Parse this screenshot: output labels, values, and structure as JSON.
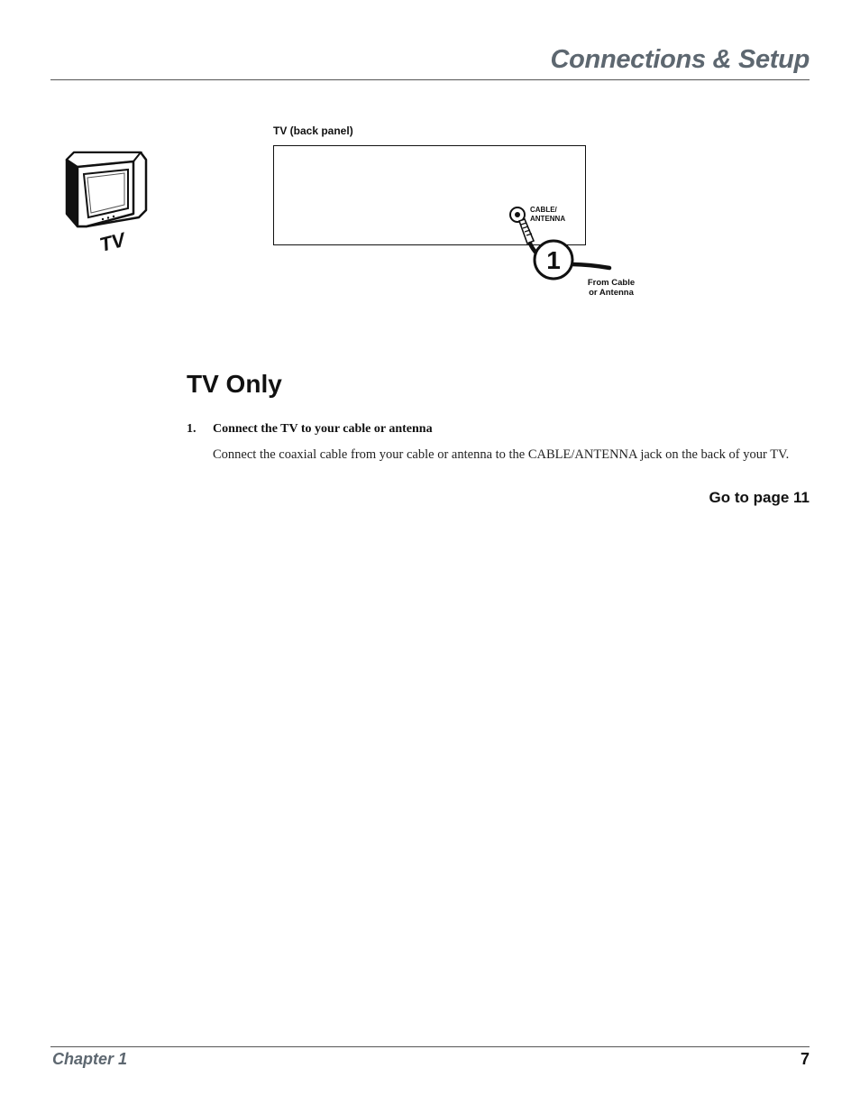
{
  "header": {
    "title": "Connections & Setup"
  },
  "tv_icon": {
    "label": "TV"
  },
  "diagram": {
    "caption": "TV (back panel)",
    "jack_label_line1": "CABLE/",
    "jack_label_line2": "ANTENNA",
    "callout_number": "1",
    "source_label_line1": "From Cable",
    "source_label_line2": "or Antenna"
  },
  "section": {
    "title": "TV Only",
    "steps": [
      {
        "number": "1.",
        "heading": "Connect the TV to your cable or antenna",
        "body": "Connect the coaxial cable from your cable or antenna to the CABLE/ANTENNA jack on the back of your TV."
      }
    ],
    "goto": "Go to page 11"
  },
  "footer": {
    "chapter": "Chapter 1",
    "page": "7"
  }
}
